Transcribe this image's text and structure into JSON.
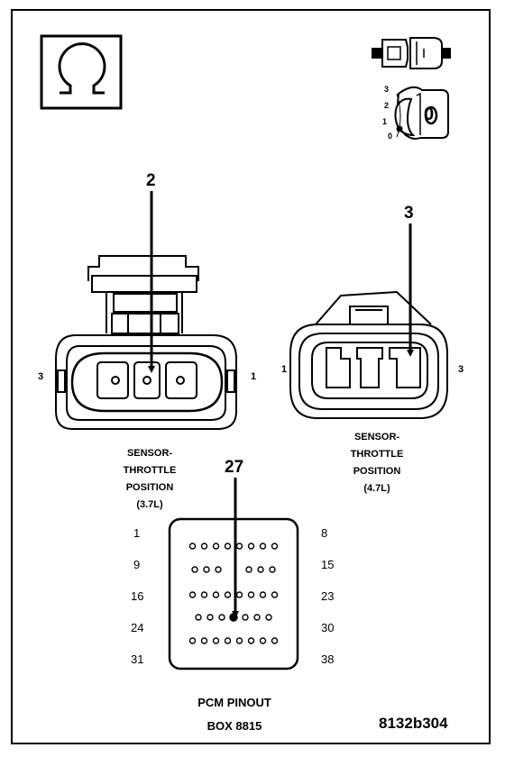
{
  "callouts": {
    "tps_37_pin": "2",
    "tps_47_pin": "3",
    "pcm_pin": "27"
  },
  "tps_37": {
    "caption_lines": [
      "SENSOR-",
      "THROTTLE",
      "POSITION",
      "(3.7L)"
    ],
    "left_pin": "3",
    "right_pin": "1"
  },
  "tps_47": {
    "caption_lines": [
      "SENSOR-",
      "THROTTLE",
      "POSITION",
      "(4.7L)"
    ],
    "left_pin": "1",
    "right_pin": "3"
  },
  "ignition_key": {
    "positions": [
      "3",
      "2",
      "1",
      "0"
    ],
    "key_label": "0"
  },
  "pcm": {
    "left_pins": [
      "1",
      "9",
      "16",
      "24",
      "31"
    ],
    "right_pins": [
      "8",
      "15",
      "23",
      "30",
      "38"
    ],
    "row_pin_counts": [
      8,
      6,
      8,
      7,
      8
    ],
    "highlighted": {
      "row": 3,
      "index": 3
    },
    "title": "PCM PINOUT",
    "box": "BOX 8815"
  },
  "figure_id": "8132b304",
  "icons": {
    "ohmmeter": "ohm-symbol-icon",
    "connector": "connector-plug-icon",
    "ignition": "ignition-key-icon"
  }
}
